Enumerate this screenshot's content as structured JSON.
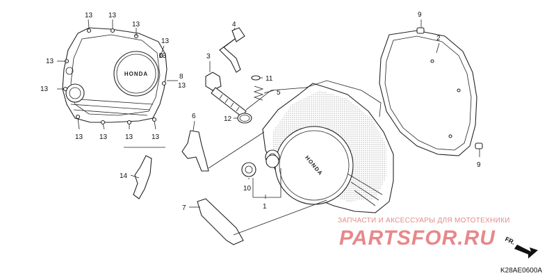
{
  "callouts": [
    {
      "id": "c13a",
      "text": "13"
    },
    {
      "id": "c13b",
      "text": "13"
    },
    {
      "id": "c13c",
      "text": "13"
    },
    {
      "id": "c13d",
      "text": "13"
    },
    {
      "id": "c13e",
      "text": "13"
    },
    {
      "id": "c13f",
      "text": "13"
    },
    {
      "id": "c13g",
      "text": "13"
    },
    {
      "id": "c13h",
      "text": "13"
    },
    {
      "id": "c13i",
      "text": "13"
    },
    {
      "id": "c13j",
      "text": "13"
    },
    {
      "id": "c13k",
      "text": "13"
    },
    {
      "id": "c13l",
      "text": "13"
    },
    {
      "id": "c8",
      "text": "8"
    },
    {
      "id": "c4",
      "text": "4"
    },
    {
      "id": "c3",
      "text": "3"
    },
    {
      "id": "c11",
      "text": "11"
    },
    {
      "id": "c5",
      "text": "5"
    },
    {
      "id": "c12",
      "text": "12"
    },
    {
      "id": "c6",
      "text": "6"
    },
    {
      "id": "c14",
      "text": "14"
    },
    {
      "id": "c10",
      "text": "10"
    },
    {
      "id": "c1",
      "text": "1"
    },
    {
      "id": "c7",
      "text": "7"
    },
    {
      "id": "c9a",
      "text": "9"
    },
    {
      "id": "c2",
      "text": "2"
    },
    {
      "id": "c9b",
      "text": "9"
    }
  ],
  "brand_text": "HONDA",
  "watermark": {
    "tagline": "ЗАПЧАСТИ И АКСЕССУАРЫ ДЛЯ МОТОТЕХНИКИ",
    "logo": "PARTSFOR.RU"
  },
  "front_indicator": "FR.",
  "diagram_code": "K28AE0600A",
  "colors": {
    "line": "#222222",
    "watermark": "#e7888a",
    "background": "#ffffff"
  }
}
